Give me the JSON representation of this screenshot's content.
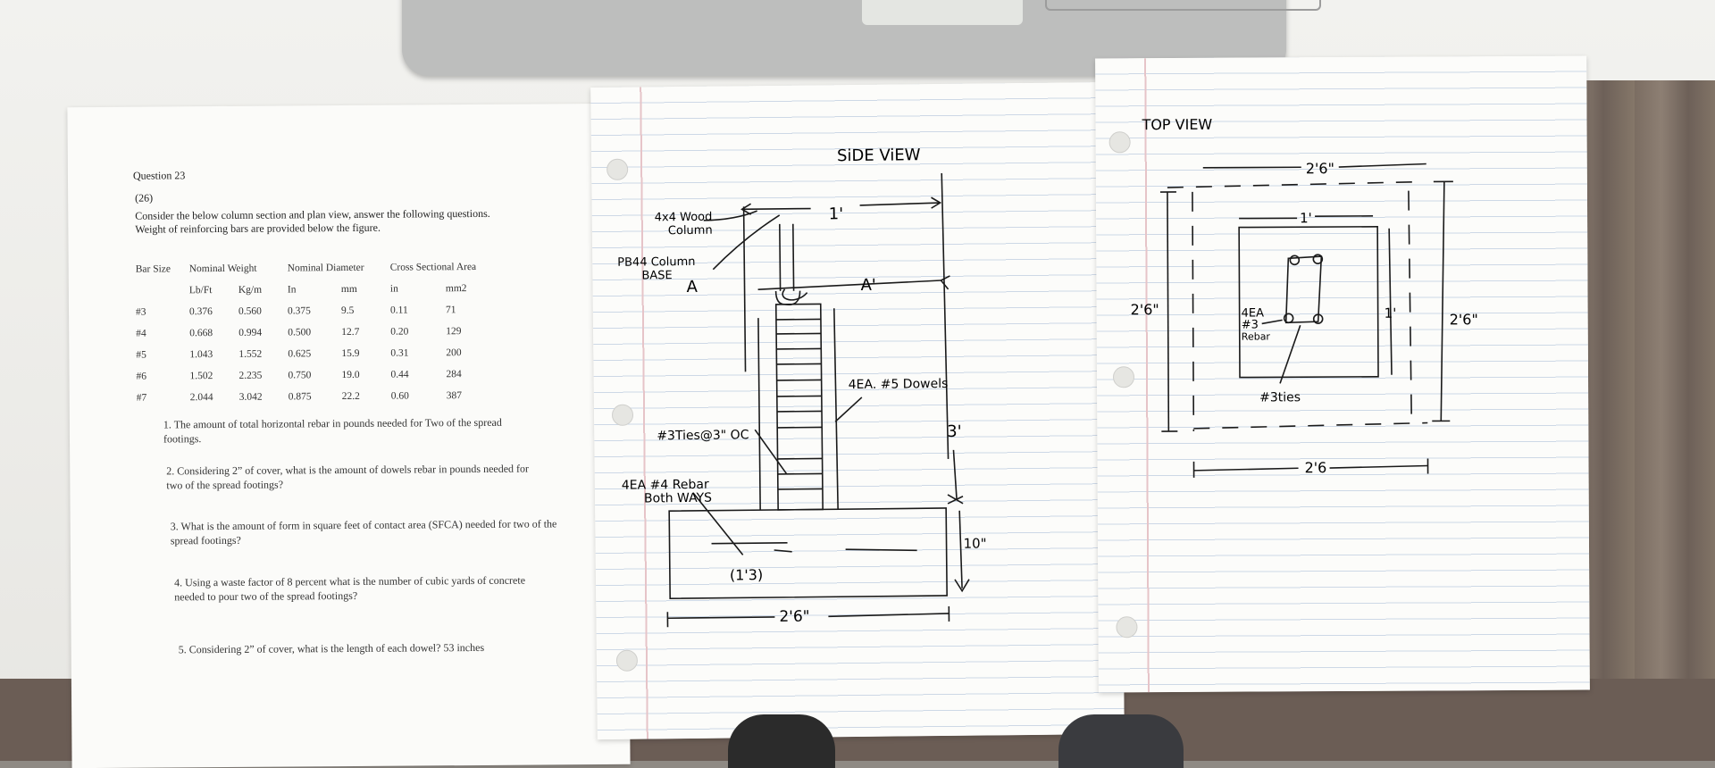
{
  "question": {
    "title": "Question 23",
    "points": "(26)",
    "intro1": "Consider the below column section and plan view, answer the following questions.",
    "intro2": "Weight of reinforcing bars are provided below the figure.",
    "table": {
      "headers": [
        "Bar Size",
        "Nominal Weight",
        "Nominal Diameter",
        "Cross Sectional Area"
      ],
      "units": [
        "",
        "Lb/Ft",
        "Kg/m",
        "In",
        "mm",
        "in",
        "mm2"
      ],
      "rows": [
        [
          "#3",
          "0.376",
          "0.560",
          "0.375",
          "9.5",
          "0.11",
          "71"
        ],
        [
          "#4",
          "0.668",
          "0.994",
          "0.500",
          "12.7",
          "0.20",
          "129"
        ],
        [
          "#5",
          "1.043",
          "1.552",
          "0.625",
          "15.9",
          "0.31",
          "200"
        ],
        [
          "#6",
          "1.502",
          "2.235",
          "0.750",
          "19.0",
          "0.44",
          "284"
        ],
        [
          "#7",
          "2.044",
          "3.042",
          "0.875",
          "22.2",
          "0.60",
          "387"
        ]
      ]
    },
    "items": [
      "1.  The amount of total horizontal rebar in pounds needed for Two of the spread footings.",
      "2.  Considering 2” of cover, what is the amount of dowels rebar in pounds needed for two of the spread footings?",
      "3.  What is the amount of form in square feet of contact area (SFCA) needed for two of the spread footings?",
      "4.  Using a waste factor of 8 percent what is the number of cubic yards of concrete needed to pour two of the spread footings?",
      "5.  Considering 2” of cover, what is the length of each dowel?  53 inches"
    ]
  },
  "side_view": {
    "title": "SiDE ViEW",
    "dim_top": "1'",
    "label_column": "4x4 Wood",
    "label_column2": "Column",
    "label_base": "PB44 Column",
    "label_base2": "BASE",
    "section_a": "A",
    "section_a2": "A'",
    "dowels": "4EA. #5 Dowels",
    "ties": "#3Ties@3\" OC",
    "rebar1": "4EA #4 Rebar",
    "rebar2": "Both WAYS",
    "dim_height": "3'",
    "dim_footing": "10\"",
    "dim_inner": "(1'3)",
    "dim_width": "2'6\""
  },
  "top_view": {
    "title": "TOP VIEW",
    "dim_top": "2'6\"",
    "dim_inner_top": "1'",
    "dim_left": "2'6\"",
    "dim_right_inner": "1'",
    "dim_right": "2'6\"",
    "rebar1": "4EA",
    "rebar2": "#3",
    "rebar3": "Rebar",
    "ties": "#3ties",
    "dim_bottom": "2'6"
  }
}
